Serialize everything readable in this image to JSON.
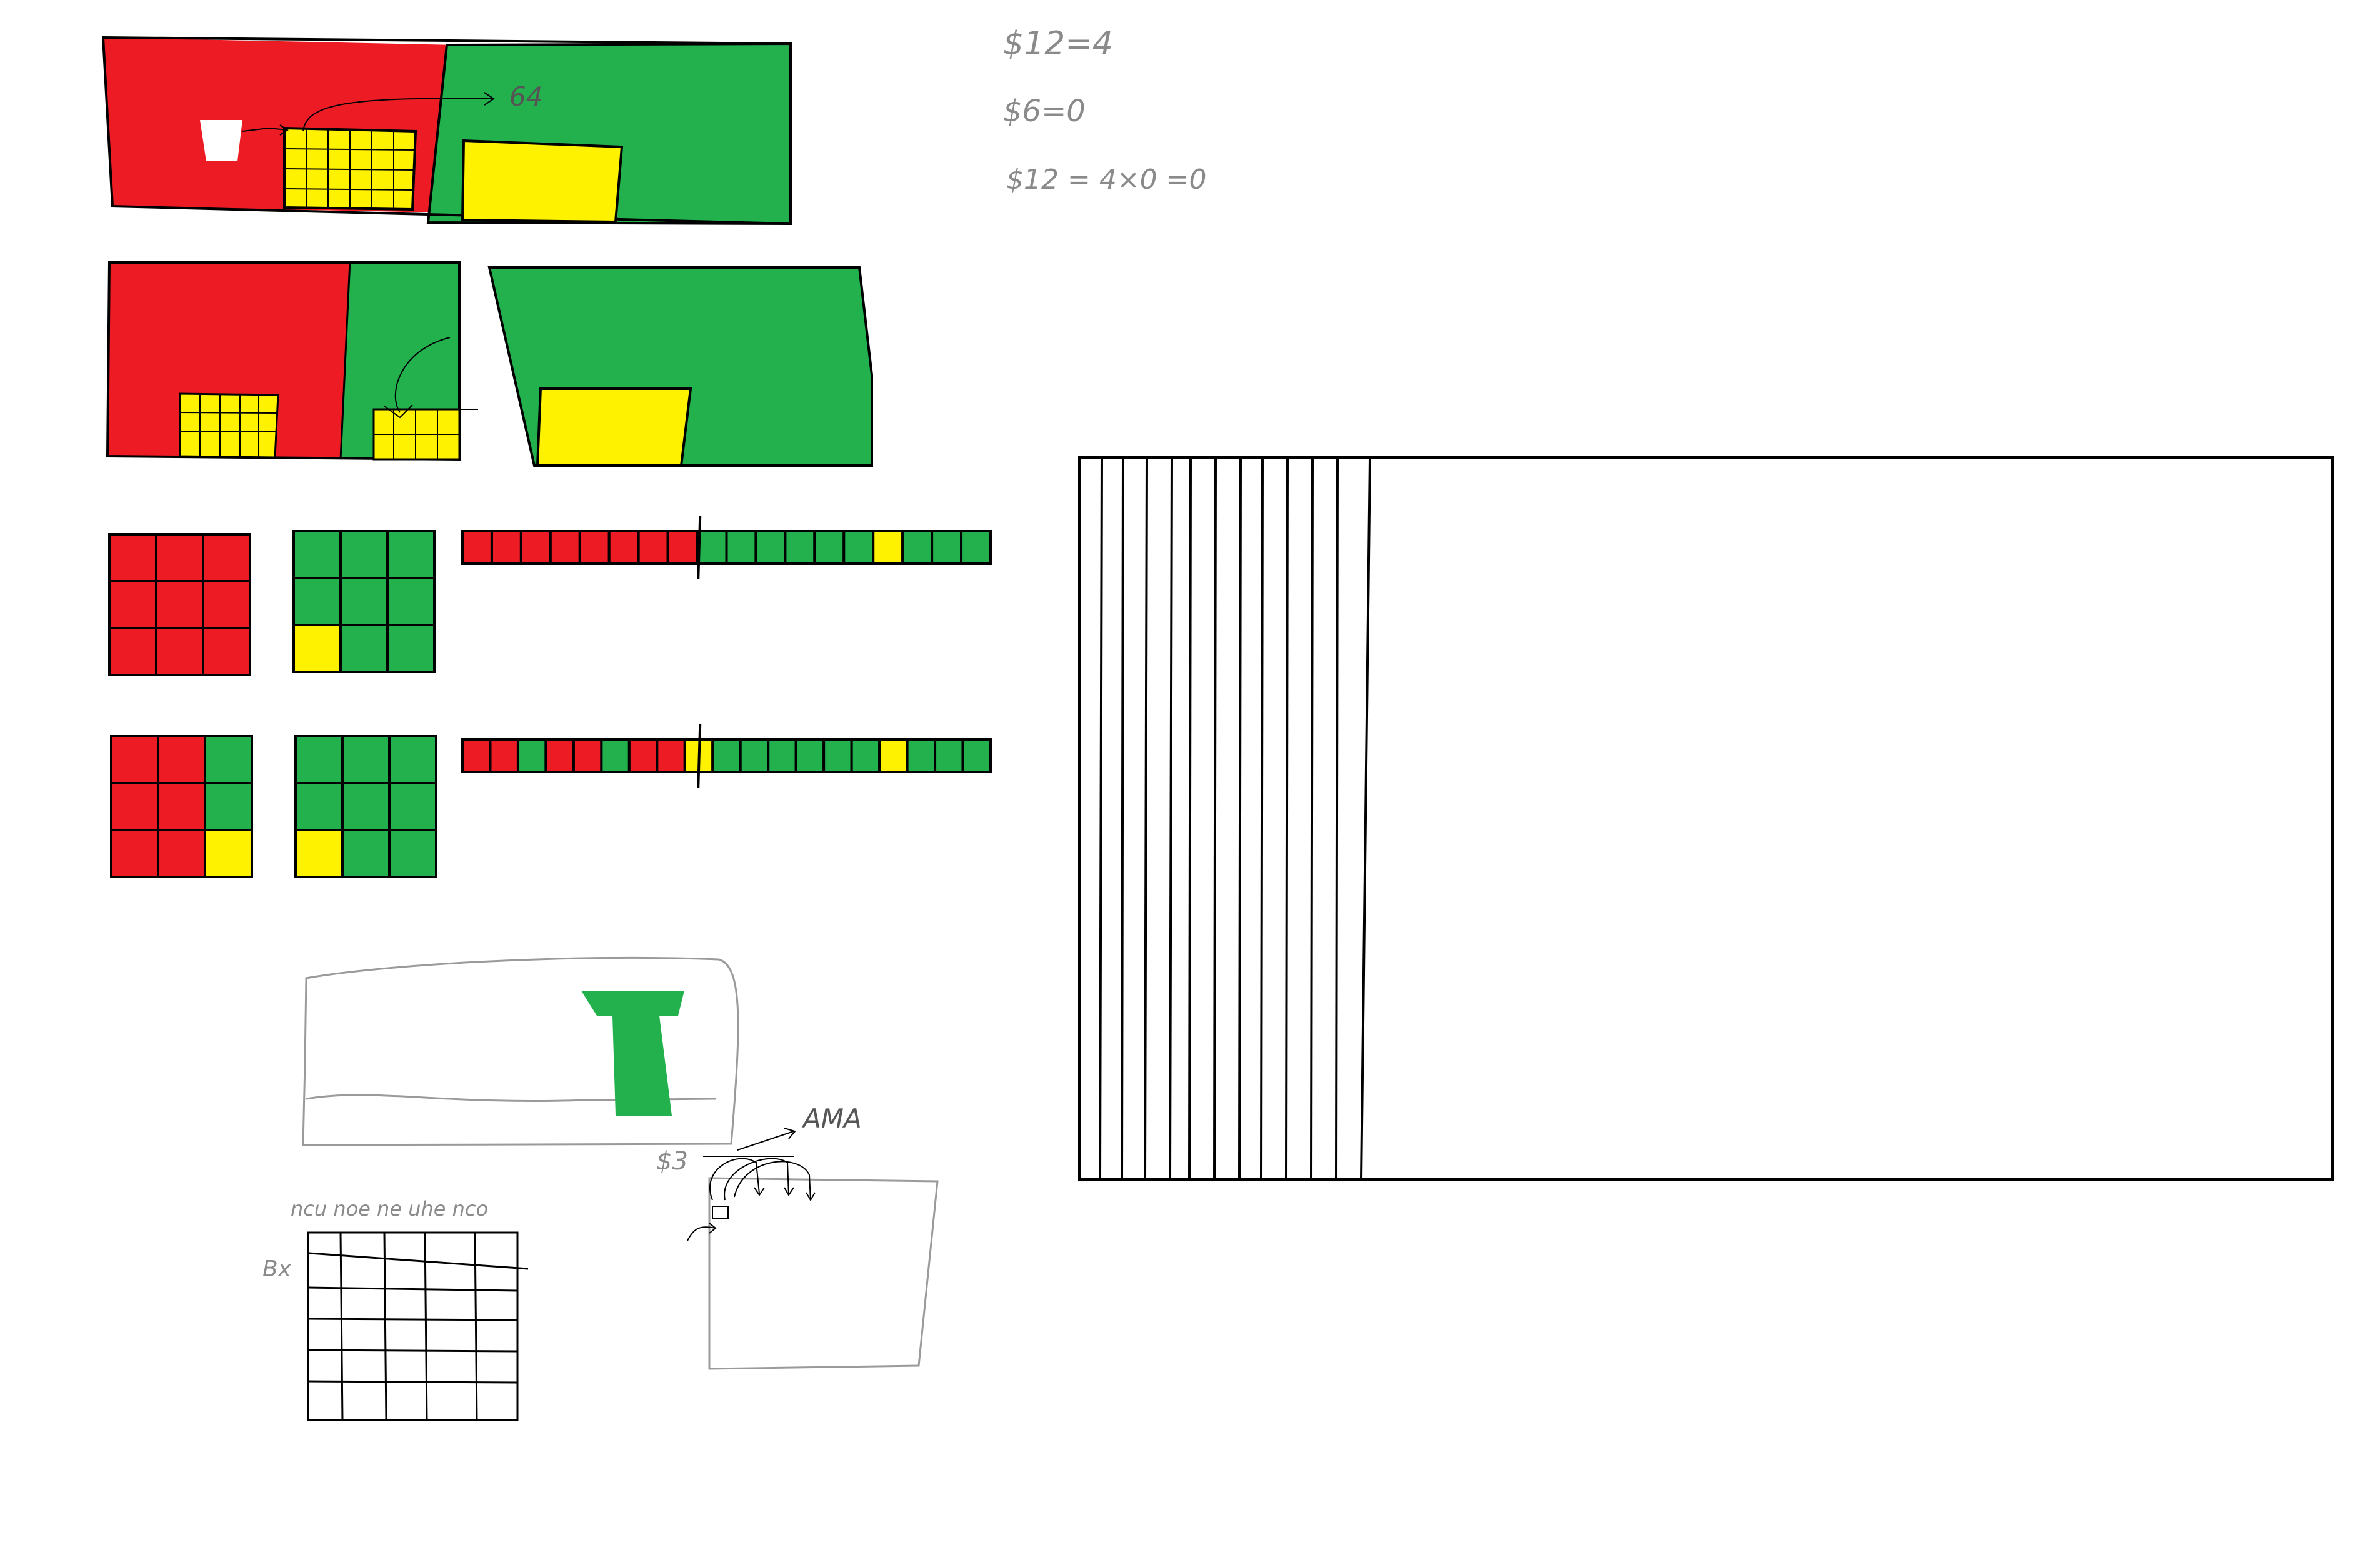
{
  "canvas": {
    "background": "#ffffff"
  },
  "colors": {
    "red": "#ed1c24",
    "green": "#22b14c",
    "yellow": "#fff200",
    "ink": "#000000",
    "pencil": "#9a9a9a"
  },
  "notes": {
    "eq1": "$12=4",
    "eq2": "$6=0",
    "eq3": "$12 = 4×0 =0",
    "arrow_64": "64",
    "arrow_ama": "AMA",
    "label_s3": "$3",
    "label_bx": "Bx",
    "grid_header": "ncu noe ne uhe nco"
  },
  "strips": {
    "row1_cells": [
      "red",
      "red",
      "red",
      "red",
      "red",
      "red",
      "red",
      "red",
      "green",
      "green",
      "green",
      "green",
      "green",
      "green",
      "yellow",
      "green",
      "green",
      "green"
    ],
    "row2_cells": [
      "red",
      "red",
      "green",
      "red",
      "red",
      "green",
      "red",
      "red",
      "yellow",
      "green",
      "green",
      "green",
      "green",
      "green",
      "green",
      "yellow",
      "green",
      "green",
      "green"
    ]
  },
  "grids": {
    "g3a": [
      "red",
      "red",
      "red",
      "red",
      "red",
      "red",
      "red",
      "red",
      "red"
    ],
    "g3b": [
      "green",
      "green",
      "green",
      "green",
      "green",
      "green",
      "yellow",
      "green",
      "green"
    ],
    "g3c": [
      "red",
      "red",
      "green",
      "red",
      "red",
      "green",
      "red",
      "red",
      "yellow"
    ],
    "g3d": [
      "green",
      "green",
      "green",
      "green",
      "green",
      "green",
      "yellow",
      "green",
      "green"
    ]
  }
}
